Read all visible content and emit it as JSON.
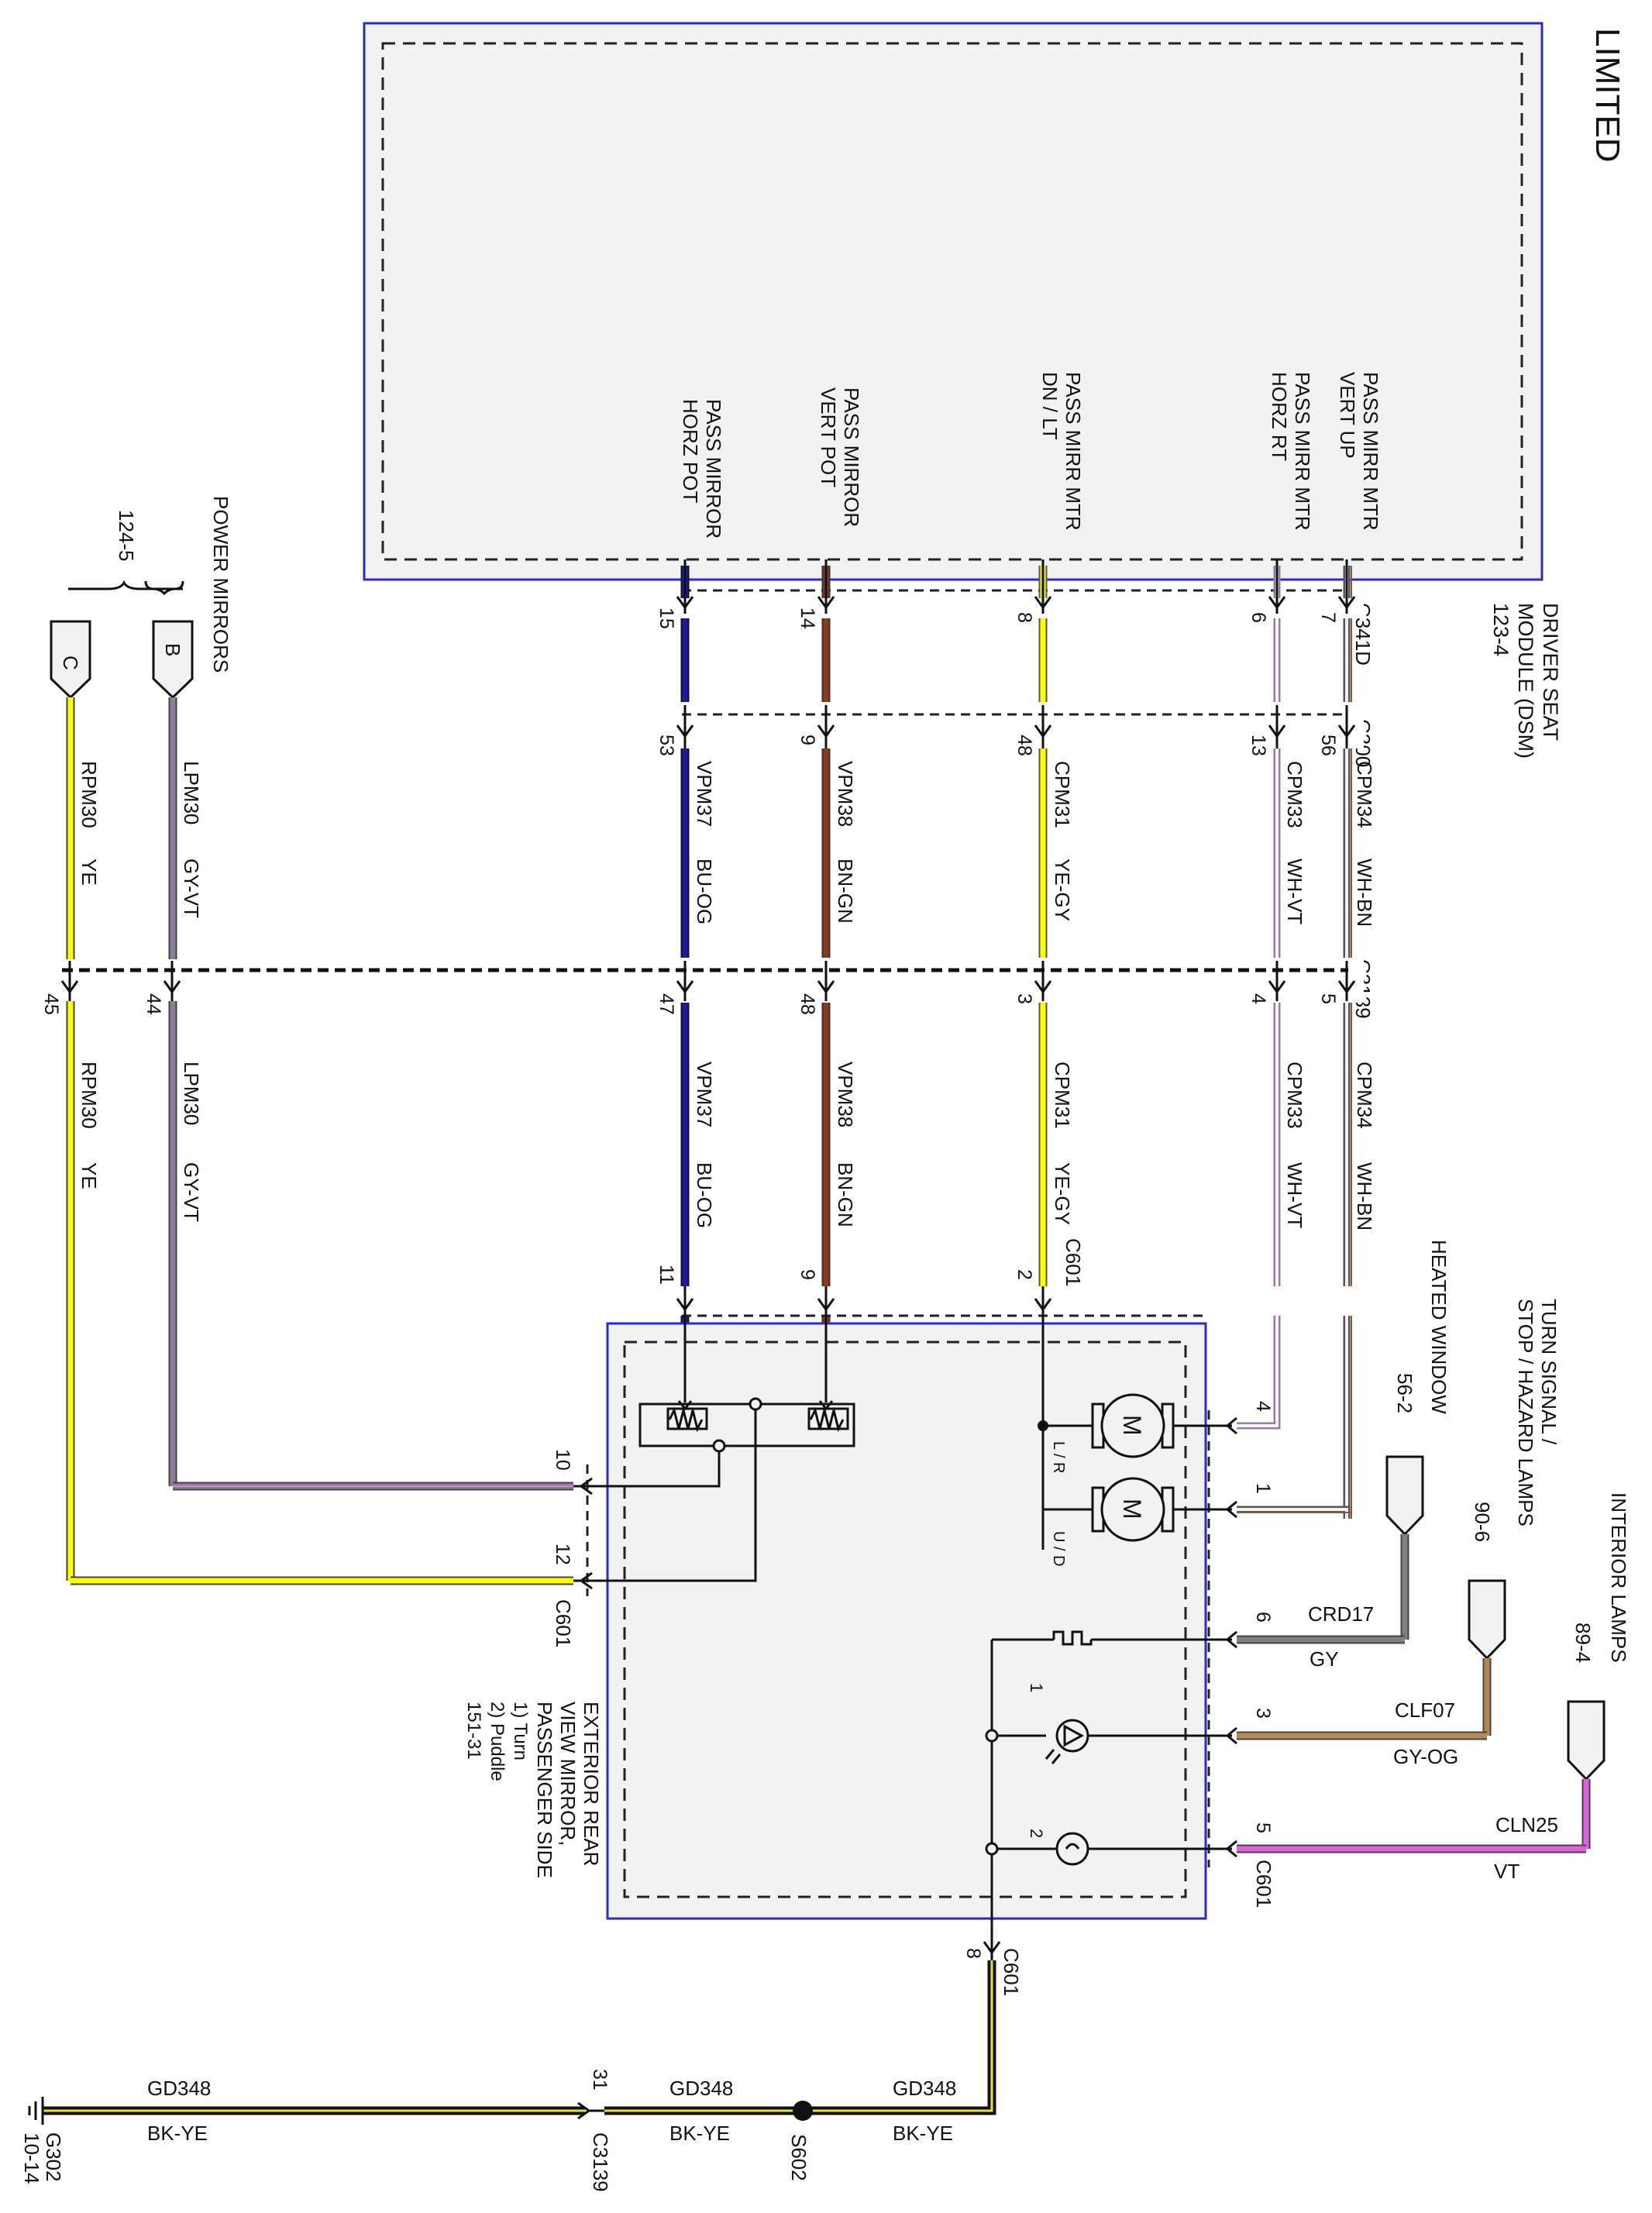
{
  "title": "LIMITED",
  "modules": {
    "dsm": {
      "name": "DRIVER SEAT MODULE (DSM)",
      "ref": "123-4",
      "pins": [
        {
          "label": "PASS MIRR MTR VERT UP"
        },
        {
          "label": "PASS MIRR MTR HORZ RT"
        },
        {
          "label": "PASS MIRR MTR DN / LT"
        },
        {
          "label": "PASS MIRROR VERT POT"
        },
        {
          "label": "PASS MIRROR HORZ POT"
        }
      ]
    },
    "mirror": {
      "name": [
        "EXTERIOR REAR",
        "VIEW MIRROR,",
        "PASSENGER SIDE"
      ],
      "notes": [
        "1) Turn",
        "2) Puddle"
      ],
      "ref": "151-31",
      "motor_symbol": "M",
      "motor_labels": [
        "L / R",
        "U / D"
      ],
      "lamp_labels": [
        "1",
        "2"
      ]
    }
  },
  "connectors": [
    "C341D",
    "C300",
    "C3139",
    "C601",
    "C3139",
    "C601",
    "C601",
    "C601"
  ],
  "circuits": [
    {
      "id": "CPM34",
      "color": "WH-BN",
      "hex": "#8a5a3c",
      "pins": [
        "7",
        "56",
        "5",
        "1"
      ],
      "down_circuit": "CPM34",
      "down_color": "WH-BN"
    },
    {
      "id": "CPM33",
      "color": "WH-VT",
      "hex": "#d8b8e0",
      "pins": [
        "6",
        "13",
        "4",
        "4"
      ],
      "down_circuit": "CPM33",
      "down_color": "WH-VT"
    },
    {
      "id": "CPM31",
      "color": "YE-GY",
      "hex": "#ffff00",
      "pins": [
        "8",
        "48",
        "3",
        "2"
      ],
      "down_circuit": "CPM31",
      "down_color": "YE-GY"
    },
    {
      "id": "VPM38",
      "color": "BN-GN",
      "hex": "#8b3a1e",
      "pins": [
        "14",
        "9",
        "48",
        "9"
      ],
      "down_circuit": "VPM38",
      "down_color": "BN-GN"
    },
    {
      "id": "VPM37",
      "color": "BU-OG",
      "hex": "#1a1aa8",
      "pins": [
        "15",
        "53",
        "47",
        "11"
      ],
      "down_circuit": "VPM37",
      "down_color": "BU-OG"
    }
  ],
  "power_mirrors": {
    "label": "POWER MIRRORS",
    "ref": "124-5",
    "lines": [
      {
        "tag": "B",
        "id": "LPM30",
        "color": "GY-VT",
        "hex": "#7a6f85",
        "pin": "44",
        "mirror_pin": "10"
      },
      {
        "tag": "C",
        "id": "RPM30",
        "color": "YE",
        "hex": "#ffff00",
        "pin": "45",
        "mirror_pin": "12"
      }
    ]
  },
  "right_feeds": [
    {
      "label": [
        "HEATED WINDOW"
      ],
      "ref": "56-2",
      "id": "CRD17",
      "color": "GY",
      "hex": "#808080",
      "pin": "6"
    },
    {
      "label": [
        "TURN SIGNAL /",
        "STOP / HAZARD LAMPS"
      ],
      "ref": "90-6",
      "id": "CLF07",
      "color": "GY-OG",
      "hex": "#b08a50",
      "pin": "3"
    },
    {
      "label": [
        "INTERIOR LAMPS"
      ],
      "ref": "89-4",
      "id": "CLN25",
      "color": "VT",
      "hex": "#e060e0",
      "pin": "5"
    }
  ],
  "ground": {
    "mirror_pin": "8",
    "segments": [
      {
        "id": "GD348",
        "color": "BK-YE"
      },
      {
        "id": "GD348",
        "color": "BK-YE"
      },
      {
        "id": "GD348",
        "color": "BK-YE"
      }
    ],
    "splice": "S602",
    "inline_pin": "31",
    "ground_point": "G302",
    "ground_ref": "10-14"
  }
}
